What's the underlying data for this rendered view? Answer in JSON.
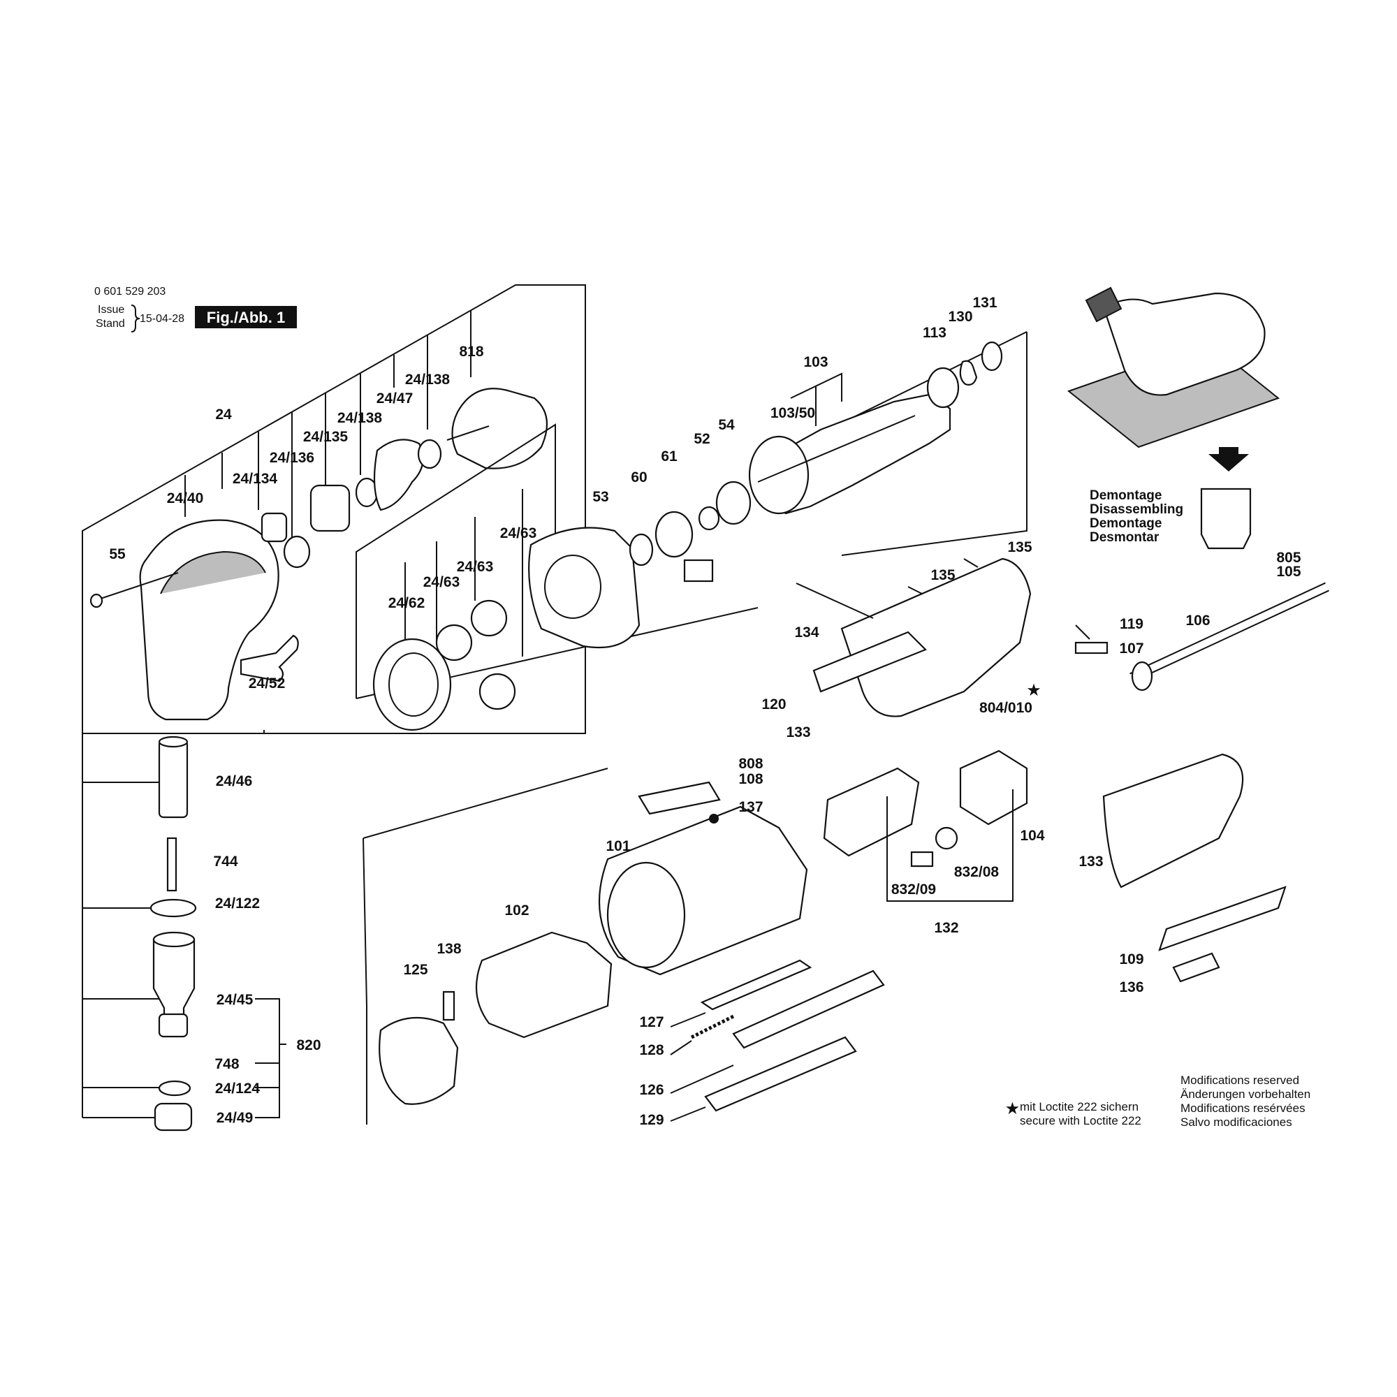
{
  "header": {
    "part_number": "0 601 529 203",
    "issue_label": "Issue",
    "stand_label": "Stand",
    "issue_date": "15-04-28",
    "figure_badge": "Fig./Abb. 1"
  },
  "disassembly_caption": [
    "Demontage",
    "Disassembling",
    "Demontage",
    "Desmontar"
  ],
  "loctite_note": {
    "symbol": "★",
    "lines": [
      "mit Loctite 222 sichern",
      "secure with Loctite 222"
    ]
  },
  "modifications_note": [
    "Modifications reserved",
    "Änderungen vorbehalten",
    "Modifications resérvées",
    "Salvo modificaciones"
  ],
  "part_labels": {
    "p24": "24",
    "p24_40": "24/40",
    "p24_134": "24/134",
    "p24_136": "24/136",
    "p24_135": "24/135",
    "p24_138a": "24/138",
    "p24_47": "24/47",
    "p24_138b": "24/138",
    "p818": "818",
    "p55": "55",
    "p24_52": "24/52",
    "p24_46": "24/46",
    "p744": "744",
    "p24_122": "24/122",
    "p24_45": "24/45",
    "p748": "748",
    "p24_124": "24/124",
    "p24_49": "24/49",
    "p820": "820",
    "p24_62": "24/62",
    "p24_63a": "24/63",
    "p24_63b": "24/63",
    "p24_63c": "24/63",
    "p53": "53",
    "p60": "60",
    "p61": "61",
    "p52": "52",
    "p54": "54",
    "p103": "103",
    "p103_50": "103/50",
    "p113": "113",
    "p130": "130",
    "p131": "131",
    "p135a": "135",
    "p135b": "135",
    "p134": "134",
    "p120": "120",
    "p133a": "133",
    "p119": "119",
    "p107": "107",
    "p106": "106",
    "p805": "805",
    "p105": "105",
    "p804_010": "804/010",
    "p808": "808",
    "p108": "108",
    "p137": "137",
    "p101": "101",
    "p104": "104",
    "p832_08": "832/08",
    "p832_09": "832/09",
    "p132": "132",
    "p133b": "133",
    "p109": "109",
    "p136": "136",
    "p102": "102",
    "p138": "138",
    "p125": "125",
    "p127": "127",
    "p128": "128",
    "p126": "126",
    "p129": "129"
  }
}
